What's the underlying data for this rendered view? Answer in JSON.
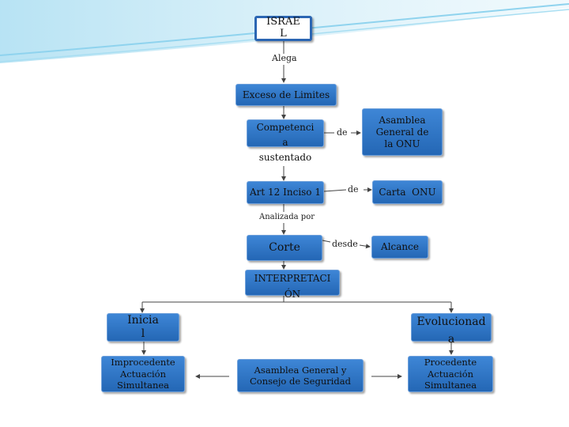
{
  "nodes": {
    "israel": "ISRAE\nL",
    "exceso": "Exceso de Limites",
    "competencia": "Competenci\na\nsustentado",
    "asamblea_onu": "Asamblea\nGeneral de\nla ONU",
    "art12": "Art 12 Inciso 1",
    "carta": "Carta  ONU",
    "corte": "Corte",
    "alcance": "Alcance",
    "interpretacion": "INTERPRETACI\nÓN",
    "inicial": "Inicia\nl",
    "evolucionada": "Evolucionad\na",
    "improcedente": "Improcedente\nActuación\nSimultanea",
    "asamblea_consejo": "Asamblea General y\nConsejo de Seguridad",
    "procedente": "Procedente\nActuación\nSimultanea"
  },
  "edges": {
    "alega": "Alega",
    "de1": "de",
    "de2": "de",
    "analizada_por": "Analizada por",
    "desde": "desde"
  },
  "colors": {
    "box_fill": "#2f73c4",
    "box_border": "#2b66b3",
    "line": "#444444"
  }
}
